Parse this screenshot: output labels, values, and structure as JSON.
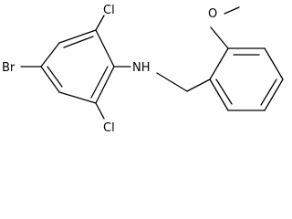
{
  "molecule": {
    "atoms": {
      "bromine": "Br",
      "chlorine_top": "Cl",
      "chlorine_bottom": "Cl",
      "amine": "NH",
      "methoxy_oxygen": "O"
    }
  }
}
